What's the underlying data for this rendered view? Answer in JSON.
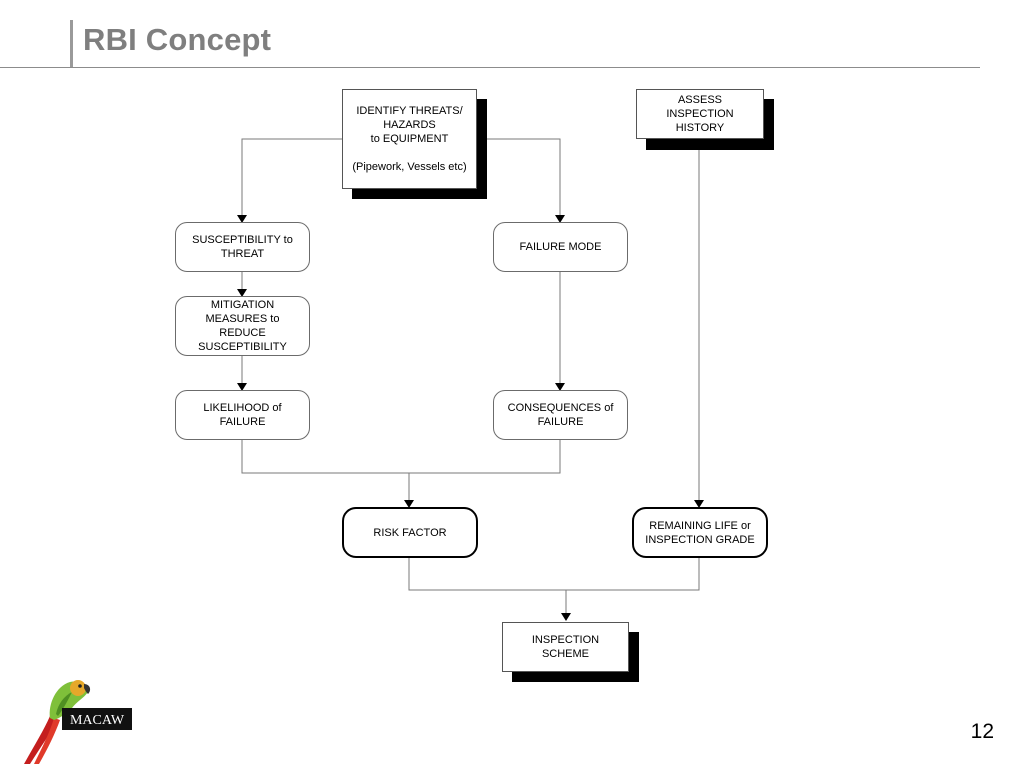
{
  "title": "RBI Concept",
  "page_number": "12",
  "logo_text": "MACAW",
  "nodes": {
    "identify": "IDENTIFY THREATS/\nHAZARDS\nto EQUIPMENT\n\n(Pipework, Vessels etc)",
    "assess": "ASSESS\nINSPECTION\nHISTORY",
    "susceptibility": "SUSCEPTIBILITY to\nTHREAT",
    "failure_mode": "FAILURE MODE",
    "mitigation": "MITIGATION\nMEASURES to\nREDUCE\nSUSCEPTIBILITY",
    "likelihood": "LIKELIHOOD of\nFAILURE",
    "consequences": "CONSEQUENCES of\nFAILURE",
    "risk_factor": "RISK FACTOR",
    "remaining_life": "REMAINING LIFE or\nINSPECTION GRADE",
    "inspection_scheme": "INSPECTION\nSCHEME"
  }
}
